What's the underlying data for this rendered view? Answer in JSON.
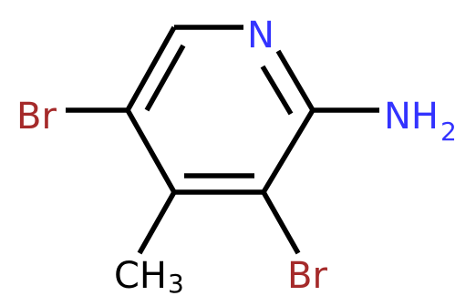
{
  "molecule": {
    "colors": {
      "bond": "#000000",
      "nitrogen": "#3333ff",
      "bromine": "#a52a2a",
      "carbon_label": "#000000"
    },
    "labels": {
      "ring_nitrogen": "N",
      "amine_n": "NH",
      "amine_sub": "2",
      "br_left": "Br",
      "br_bottom": "Br",
      "methyl_c": "CH",
      "methyl_sub": "3"
    }
  }
}
